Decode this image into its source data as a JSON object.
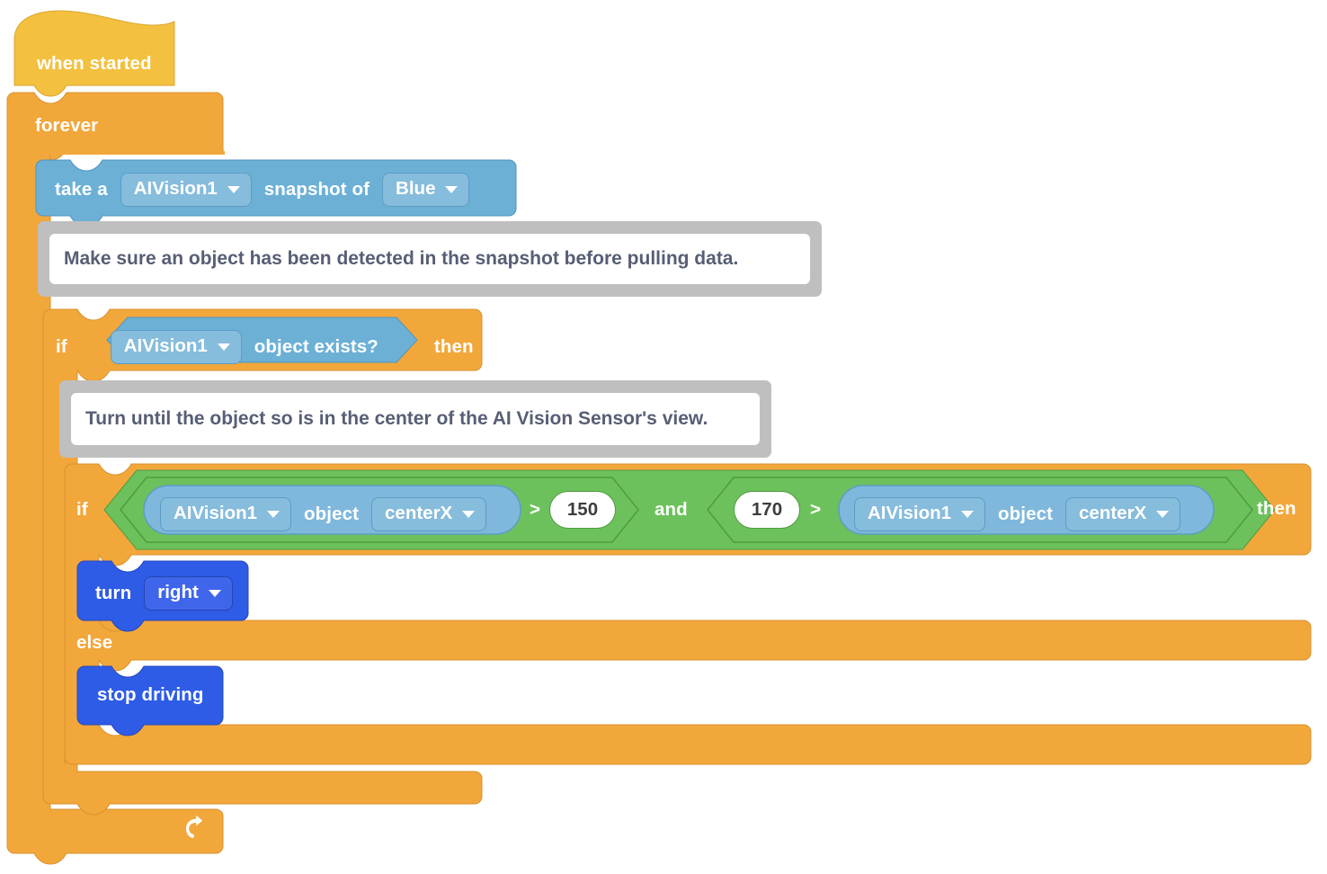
{
  "workspace": {
    "name": "vexcode-block-workspace",
    "background": "#ffffff"
  },
  "palette": {
    "events_yellow": "#f3c13f",
    "control_orange": "#f2a73b",
    "sensing_blue": "#6cb0d6",
    "sensing_chip_blue": "#86bcdc",
    "operators_green": "#6dc15c",
    "motion_blue": "#2e5ce6",
    "comment_gray": "#bfbfbf",
    "comment_text": "#575e75",
    "label_white": "#ffffff"
  },
  "script": {
    "hat": {
      "label": "when started",
      "icon": "hat-block"
    },
    "forever": {
      "label": "forever",
      "loop_icon": "loop-arrow-icon"
    },
    "snapshot_block": {
      "prefix": "take a",
      "device": "AIVision1",
      "middle": "snapshot of",
      "target": "Blue",
      "device_caret": "chevron-down-icon",
      "target_caret": "chevron-down-icon"
    },
    "comment_1": {
      "text": "Make sure an object has been detected in the snapshot before pulling data."
    },
    "if_exists": {
      "if_label": "if",
      "then_label": "then",
      "condition": {
        "device": "AIVision1",
        "text": "object exists?",
        "caret": "chevron-down-icon"
      }
    },
    "comment_2": {
      "text": "Turn until the object so is in the center of the AI Vision Sensor's view."
    },
    "if_else": {
      "if_label": "if",
      "then_label": "then",
      "else_label": "else",
      "condition": {
        "operator": "and",
        "left": {
          "comparator": ">",
          "reporter": {
            "device": "AIVision1",
            "word": "object",
            "property": "centerX",
            "device_caret": "chevron-down-icon",
            "property_caret": "chevron-down-icon"
          },
          "value": "150"
        },
        "right": {
          "comparator": ">",
          "value": "170",
          "reporter": {
            "device": "AIVision1",
            "word": "object",
            "property": "centerX",
            "device_caret": "chevron-down-icon",
            "property_caret": "chevron-down-icon"
          }
        }
      },
      "then_body": {
        "turn": {
          "label": "turn",
          "direction": "right",
          "caret": "chevron-down-icon"
        }
      },
      "else_body": {
        "stop": {
          "label": "stop driving"
        }
      }
    }
  }
}
